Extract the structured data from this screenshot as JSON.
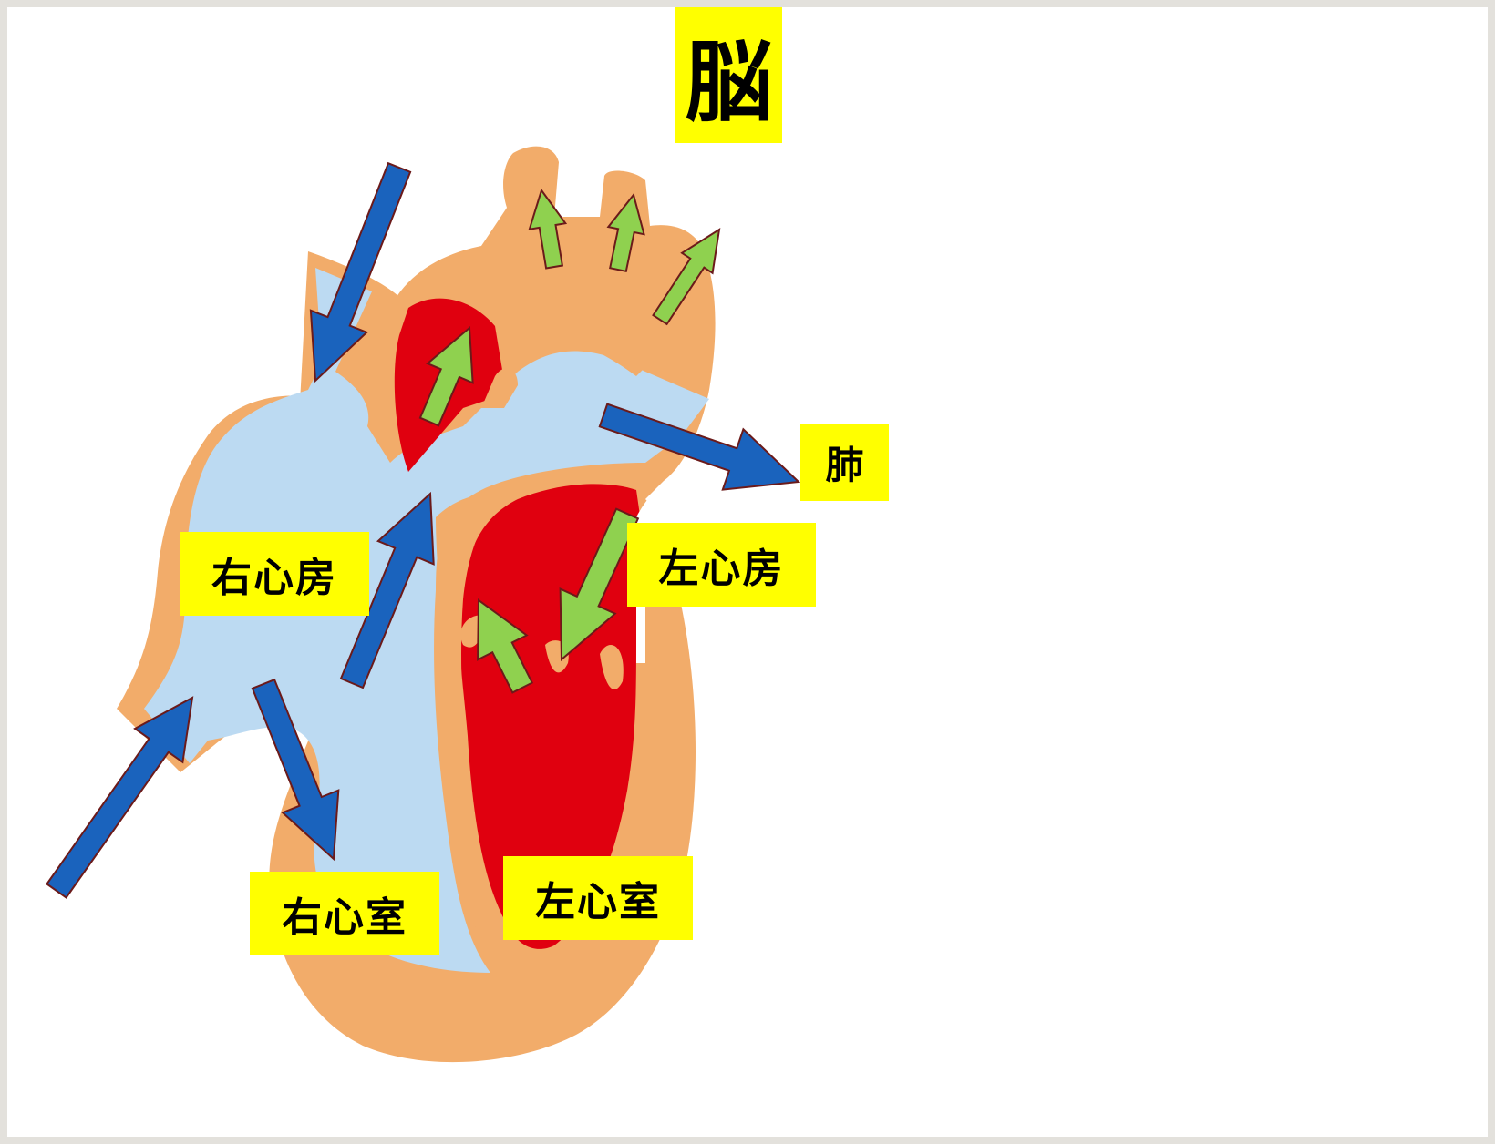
{
  "labels": {
    "brain": "脳",
    "lung": "肺",
    "right_atrium": "右心房",
    "left_atrium": "左心房",
    "right_ventricle": "右心室",
    "left_ventricle": "左心室"
  },
  "colors": {
    "label_background": "#ffff00",
    "heart_tissue": "#f2ac6a",
    "deoxygenated_blood": "#bcdaf2",
    "oxygenated_blood": "#e0000f",
    "deoxygenated_flow_arrow": "#1a63bd",
    "oxygenated_flow_arrow": "#8fd14f"
  },
  "flow_arrows": [
    {
      "id": "superior-vena-cava-flow",
      "kind": "deoxygenated",
      "direction": "down"
    },
    {
      "id": "inferior-vena-cava-flow",
      "kind": "deoxygenated",
      "direction": "up-right"
    },
    {
      "id": "right-atrium-to-right-ventricle-flow",
      "kind": "deoxygenated",
      "direction": "down"
    },
    {
      "id": "right-ventricle-to-pulmonary-artery-flow",
      "kind": "deoxygenated",
      "direction": "up"
    },
    {
      "id": "pulmonary-artery-to-lung-flow",
      "kind": "deoxygenated",
      "direction": "right"
    },
    {
      "id": "left-atrium-to-left-ventricle-flow",
      "kind": "oxygenated",
      "direction": "down-left"
    },
    {
      "id": "left-ventricle-to-aorta-flow",
      "kind": "oxygenated",
      "direction": "up"
    },
    {
      "id": "aorta-ascending-flow",
      "kind": "oxygenated",
      "direction": "up"
    },
    {
      "id": "aortic-branch-flow-1",
      "kind": "oxygenated",
      "direction": "up"
    },
    {
      "id": "aortic-branch-flow-2",
      "kind": "oxygenated",
      "direction": "up"
    },
    {
      "id": "aortic-branch-flow-3",
      "kind": "oxygenated",
      "direction": "up-right"
    }
  ]
}
